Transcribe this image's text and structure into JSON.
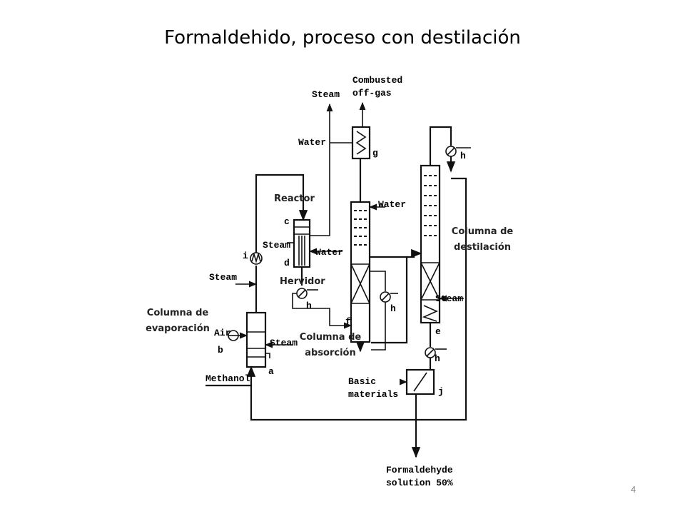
{
  "slide": {
    "title": "Formaldehido, proceso con destilación",
    "page_number": "4"
  },
  "diagram": {
    "stream_labels": {
      "steam_top": "Steam",
      "combusted_1": "Combusted",
      "combusted_2": "off-gas",
      "water_g": "Water",
      "water_abs": "Water",
      "steam_reactor": "Steam",
      "water_reactor": "Water",
      "steam_left": "Steam",
      "air": "Air",
      "steam_evap": "Steam",
      "methanol": "Methanol",
      "steam_dist": "Steam",
      "basic_1": "Basic",
      "basic_2": "materials",
      "product_1": "Formaldehyde",
      "product_2": "solution 50%"
    },
    "letters": {
      "a": "a",
      "b": "b",
      "c": "c",
      "d": "d",
      "e": "e",
      "f": "f",
      "g": "g",
      "h1": "h",
      "h2": "h",
      "h3": "h",
      "h4": "h",
      "i": "i",
      "j": "j"
    },
    "annotations": {
      "reactor": "Reactor",
      "hervidor": "Hervidor",
      "evap_1": "Columna de",
      "evap_2": "evaporación",
      "abs_1": "Columna de",
      "abs_2": "absorción",
      "dest_1": "Columna de",
      "dest_2": "destilación"
    }
  }
}
